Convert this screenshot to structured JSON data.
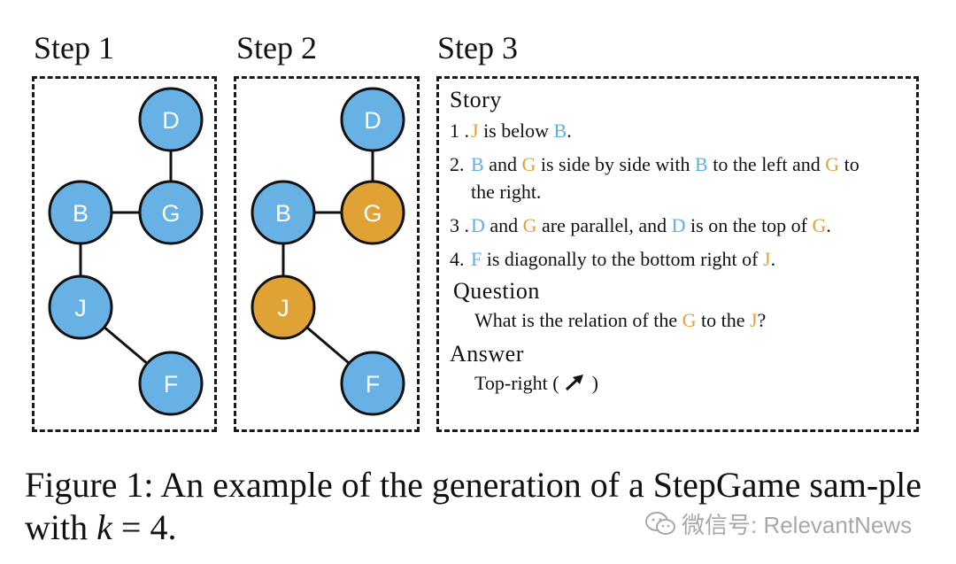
{
  "steps": [
    {
      "title": "Step 1"
    },
    {
      "title": "Step 2"
    },
    {
      "title": "Step 3"
    }
  ],
  "colors": {
    "blue": "#67b1e4",
    "gold": "#e0a234",
    "edge": "#111111",
    "label_blue": "#5ab0e8",
    "label_gold": "#e1a234"
  },
  "graph_step1": {
    "nodes": [
      {
        "id": "D",
        "label": "D",
        "color": "blue"
      },
      {
        "id": "B",
        "label": "B",
        "color": "blue"
      },
      {
        "id": "G",
        "label": "G",
        "color": "blue"
      },
      {
        "id": "J",
        "label": "J",
        "color": "blue"
      },
      {
        "id": "F",
        "label": "F",
        "color": "blue"
      }
    ],
    "edges": [
      [
        "D",
        "G"
      ],
      [
        "B",
        "G"
      ],
      [
        "B",
        "J"
      ],
      [
        "J",
        "F"
      ]
    ]
  },
  "graph_step2": {
    "nodes": [
      {
        "id": "D",
        "label": "D",
        "color": "blue"
      },
      {
        "id": "B",
        "label": "B",
        "color": "blue"
      },
      {
        "id": "G",
        "label": "G",
        "color": "gold"
      },
      {
        "id": "J",
        "label": "J",
        "color": "gold"
      },
      {
        "id": "F",
        "label": "F",
        "color": "blue"
      }
    ],
    "edges": [
      [
        "D",
        "G"
      ],
      [
        "B",
        "G"
      ],
      [
        "B",
        "J"
      ],
      [
        "J",
        "F"
      ]
    ]
  },
  "story": {
    "heading": "Story",
    "items": [
      {
        "num": "1 .",
        "parts": [
          [
            "gold",
            "J"
          ],
          [
            "plain",
            " is below "
          ],
          [
            "blue",
            "B"
          ],
          [
            "plain",
            "."
          ]
        ]
      },
      {
        "num": "2.",
        "parts": [
          [
            "blue",
            "B"
          ],
          [
            "plain",
            " and "
          ],
          [
            "gold",
            "G"
          ],
          [
            "plain",
            " is side by side with "
          ],
          [
            "blue",
            "B"
          ],
          [
            "plain",
            " to the left and "
          ],
          [
            "gold",
            "G"
          ],
          [
            "plain",
            " to the right."
          ]
        ]
      },
      {
        "num": "3 .",
        "parts": [
          [
            "blue",
            "D"
          ],
          [
            "plain",
            " and "
          ],
          [
            "gold",
            "G"
          ],
          [
            "plain",
            " are parallel, and "
          ],
          [
            "blue",
            "D"
          ],
          [
            "plain",
            " is on the top of "
          ],
          [
            "gold",
            "G"
          ],
          [
            "plain",
            "."
          ]
        ]
      },
      {
        "num": "4.",
        "parts": [
          [
            "blue",
            "F"
          ],
          [
            "plain",
            " is diagonally to the bottom right of "
          ],
          [
            "gold",
            "J"
          ],
          [
            "plain",
            "."
          ]
        ]
      }
    ],
    "question_heading": "Question",
    "question_parts": [
      [
        "plain",
        "What is the relation of the "
      ],
      [
        "gold",
        "G"
      ],
      [
        "plain",
        " to the "
      ],
      [
        "gold",
        "J"
      ],
      [
        "plain",
        "?"
      ]
    ],
    "answer_heading": "Answer",
    "answer_text": "Top-right (",
    "answer_close": ")",
    "answer_icon": "arrow-northeast-icon"
  },
  "caption": {
    "text": "Figure 1: An example of the generation of a StepGame sam-ple with ",
    "math_var": "k",
    "math_rest": " = 4."
  },
  "watermark": {
    "icon": "wechat-icon",
    "text": "微信号: RelevantNews"
  }
}
